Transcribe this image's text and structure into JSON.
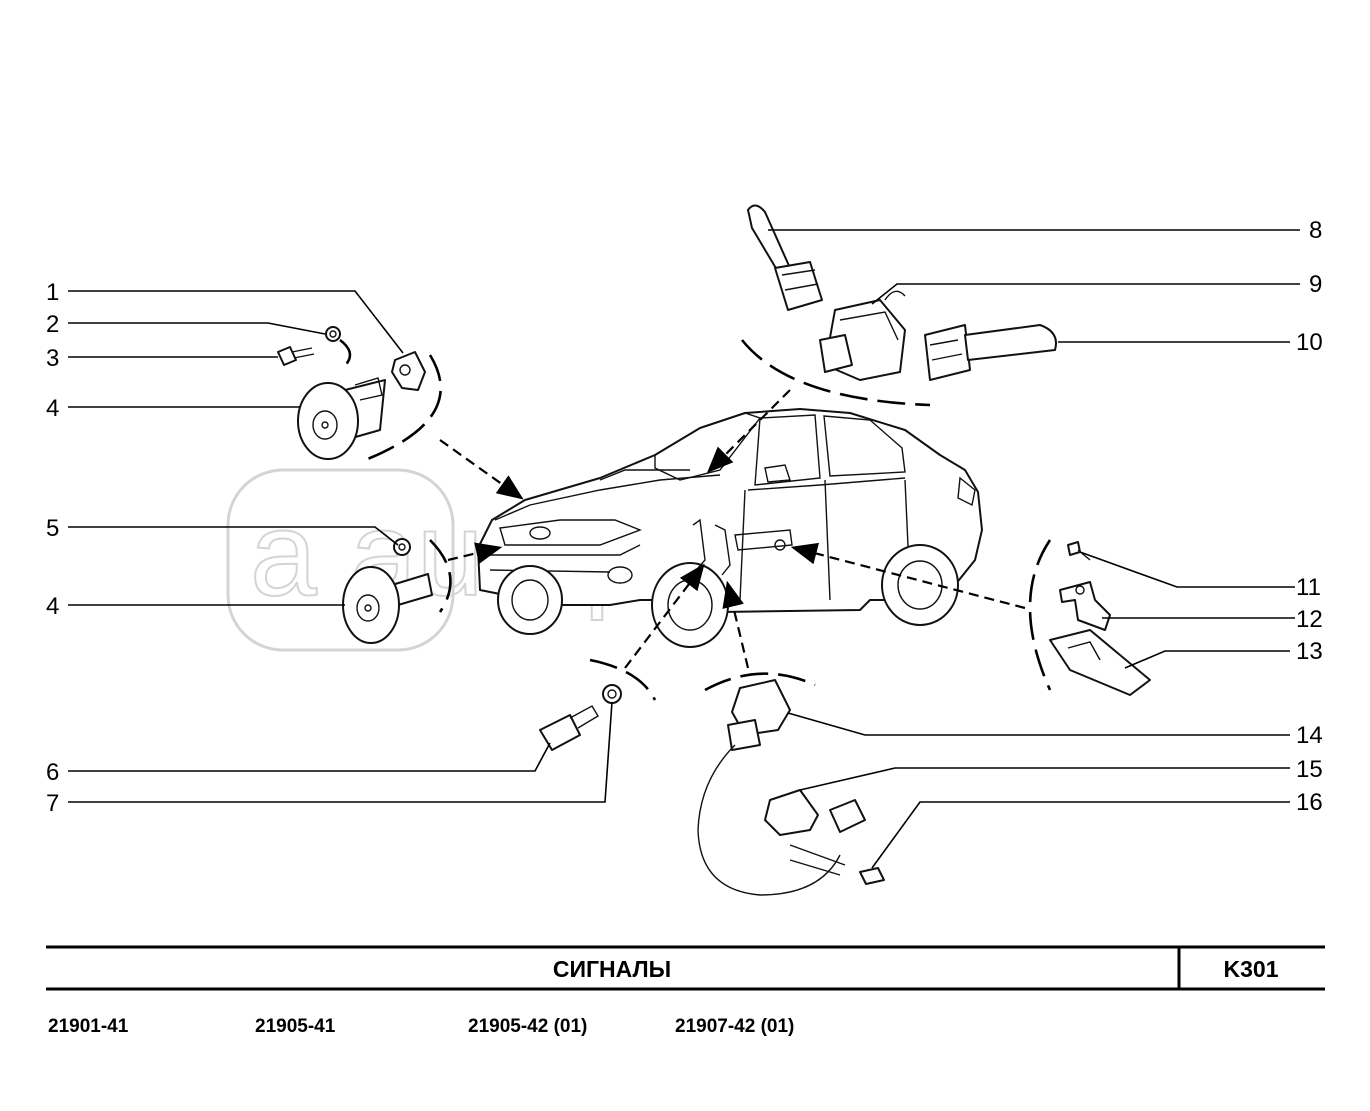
{
  "title_block": {
    "title": "СИГНАЛЫ",
    "code": "K301",
    "models": [
      "21901-41",
      "21905-41",
      "21905-42 (01)",
      "21907-42 (01)"
    ]
  },
  "watermark": "a autopiter.ru",
  "callouts": [
    "1",
    "2",
    "3",
    "4",
    "4",
    "5",
    "6",
    "7",
    "8",
    "9",
    "10",
    "11",
    "12",
    "13",
    "14",
    "15",
    "16"
  ],
  "parts": [
    "horn-bracket",
    "nut-m6",
    "bolt",
    "horn-upper",
    "horn-lower",
    "nut",
    "brake-light-switch",
    "nut-switch",
    "wiper-switch-lever",
    "steering-column-switch-body",
    "light-switch-lever",
    "screw",
    "hood-switch-bracket",
    "hood-switch-mount",
    "door-switch-wire",
    "door-switch-bracket",
    "door-switch-screw"
  ]
}
